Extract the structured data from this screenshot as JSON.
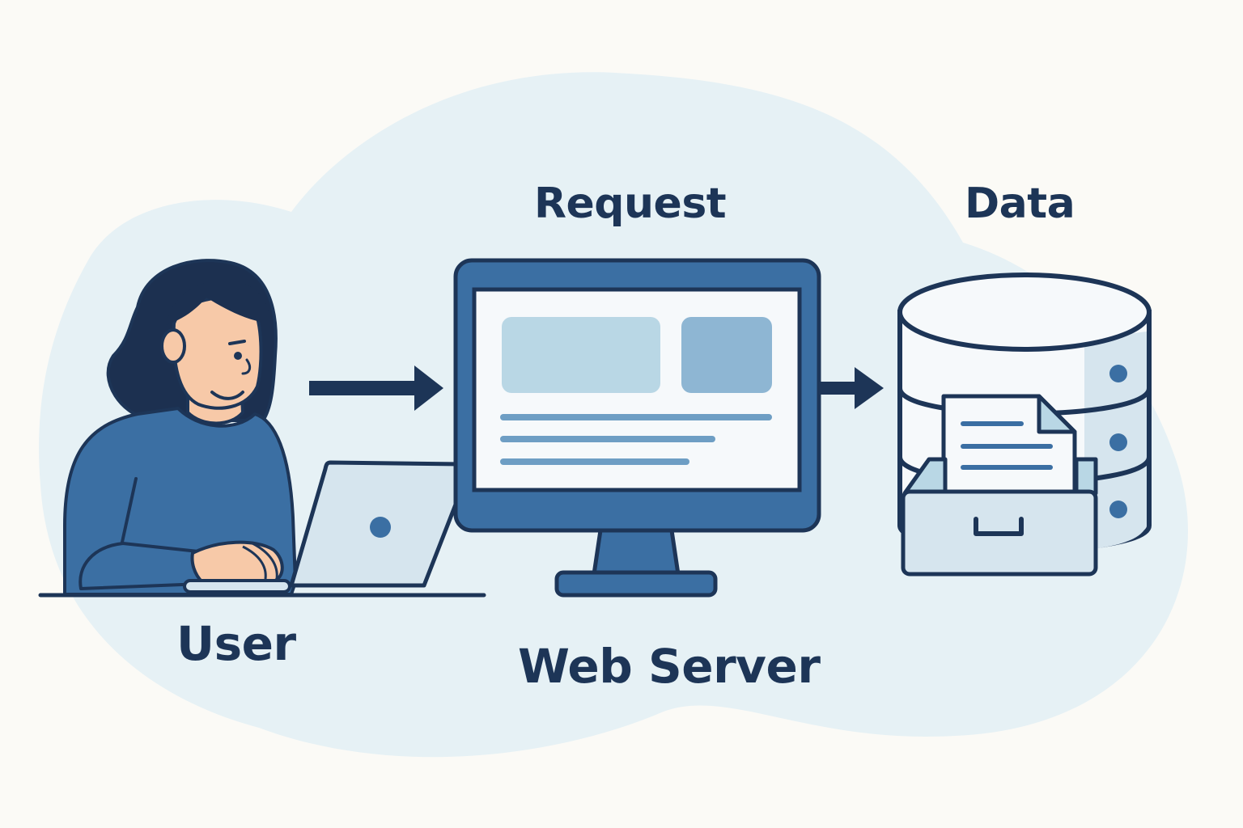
{
  "labels": {
    "request": "Request",
    "data": "Data",
    "user": "User",
    "web_server": "Web Server"
  },
  "colors": {
    "background": "#fbfaf6",
    "blob": "#e6f1f5",
    "outline": "#1d3557",
    "primary_blue": "#3b6fa3",
    "light_blue": "#b9d7e5",
    "pale_blue": "#d6e5ee",
    "skin": "#f7c9a8",
    "hair": "#1c3050"
  },
  "icons": {
    "user": "person-at-laptop-icon",
    "server": "desktop-monitor-icon",
    "database": "database-cylinder-icon",
    "document": "document-icon",
    "drawer": "file-drawer-icon"
  }
}
